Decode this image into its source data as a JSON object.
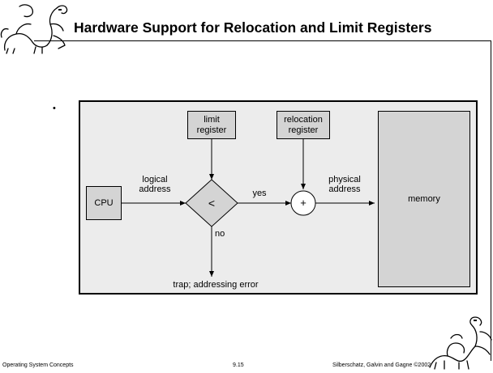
{
  "slide": {
    "title": "Hardware Support for Relocation and Limit Registers",
    "bullet": "•",
    "footer_left": "Operating System Concepts",
    "footer_center": "9.15",
    "footer_right": "Silberschatz, Galvin and  Gagne ©2002"
  },
  "diagram": {
    "cpu": "CPU",
    "limit_register": "limit\nregister",
    "relocation_register": "relocation\nregister",
    "memory": "memory",
    "logical_address": "logical\naddress",
    "physical_address": "physical\naddress",
    "compare_symbol": "<",
    "add_symbol": "+",
    "yes": "yes",
    "no": "no",
    "trap": "trap; addressing error"
  },
  "icons": [
    "dinosaur-top-left-icon",
    "dinosaur-bottom-right-icon"
  ]
}
